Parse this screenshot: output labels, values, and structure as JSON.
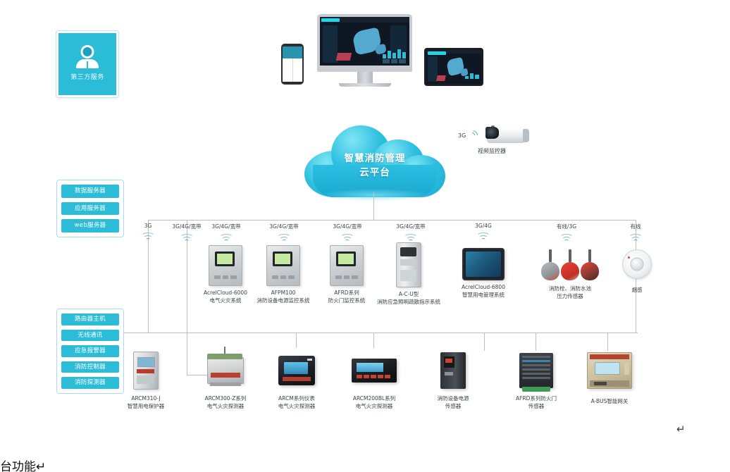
{
  "page": {
    "title": "智慧消防管理云平台 系统架构图",
    "background": "#ffffff",
    "accent": "#2bbcd8",
    "line_color": "#bdbdbd",
    "bottom_cut_text": "台功能↵",
    "pilcrow": "↵"
  },
  "third_party": {
    "label": "第三方服务",
    "icon": "user-icon",
    "bg": "#2bbcd8"
  },
  "server_group": {
    "items": [
      {
        "label": "数据服务器"
      },
      {
        "label": "应用服务器"
      },
      {
        "label": "web服务器"
      }
    ]
  },
  "device_group": {
    "items": [
      {
        "label": "路由器主机"
      },
      {
        "label": "无线通讯"
      },
      {
        "label": "应急报警器"
      },
      {
        "label": "消防控制器"
      },
      {
        "label": "消防探测器"
      }
    ]
  },
  "terminals": {
    "imac": {
      "name": "desktop-monitor"
    },
    "phone": {
      "name": "mobile-phone"
    },
    "tablet": {
      "name": "tablet-device"
    }
  },
  "cloud": {
    "line1": "智慧消防管理",
    "line2": "云平台"
  },
  "camera": {
    "network_tag": "3G",
    "label": "视频监控器"
  },
  "comm_row": [
    {
      "tag": "3G"
    },
    {
      "tag": "3G/4G/宽带"
    },
    {
      "tag": "3G/4G/宽带"
    },
    {
      "tag": "3G/4G/宽带"
    },
    {
      "tag": "3G/4G/宽带"
    },
    {
      "tag": "3G/4G/宽带"
    },
    {
      "tag": "3G/4G"
    },
    {
      "tag": "有线/3G"
    },
    {
      "tag": "有线"
    }
  ],
  "middle_row": [
    {
      "art": "wall-panel",
      "model": "AcrelCloud-6000",
      "name": "电气火灾系统"
    },
    {
      "art": "wall-panel",
      "model": "AFPM100",
      "name": "消防设备电源监控系统"
    },
    {
      "art": "wall-panel",
      "model": "AFRD系列",
      "name": "防火门监控系统"
    },
    {
      "art": "kiosk",
      "model": "A-C-U型",
      "name": "消防应急照明疏散指示系统"
    },
    {
      "art": "wall-tablet",
      "model": "AcrelCloud-6800",
      "name": "智慧用电管理系统"
    },
    {
      "art": "hydrant-trio",
      "model": "消防栓、消防水池",
      "name": "压力传感器"
    },
    {
      "art": "smoke-detector",
      "model": "烟感",
      "name": ""
    }
  ],
  "bottom_row": [
    {
      "art": "meter-box",
      "model": "ARCM310-J",
      "name": "智慧用电保护器"
    },
    {
      "art": "din-module",
      "model": "ARCM300-Z系列",
      "name": "电气火灾探测器"
    },
    {
      "art": "black-meter",
      "model": "ARCM系列仪表",
      "name": "电气火灾探测器"
    },
    {
      "art": "wide-panel",
      "model": "ARCM200BL系列",
      "name": "电气火灾探测器"
    },
    {
      "art": "tall-controller",
      "model": "消防设备电源",
      "name": "传感器"
    },
    {
      "art": "module-stack",
      "model": "AFRD系列防火门",
      "name": "传感器"
    },
    {
      "art": "gold-gateway",
      "model": "A-BUS智能网关",
      "name": ""
    }
  ]
}
